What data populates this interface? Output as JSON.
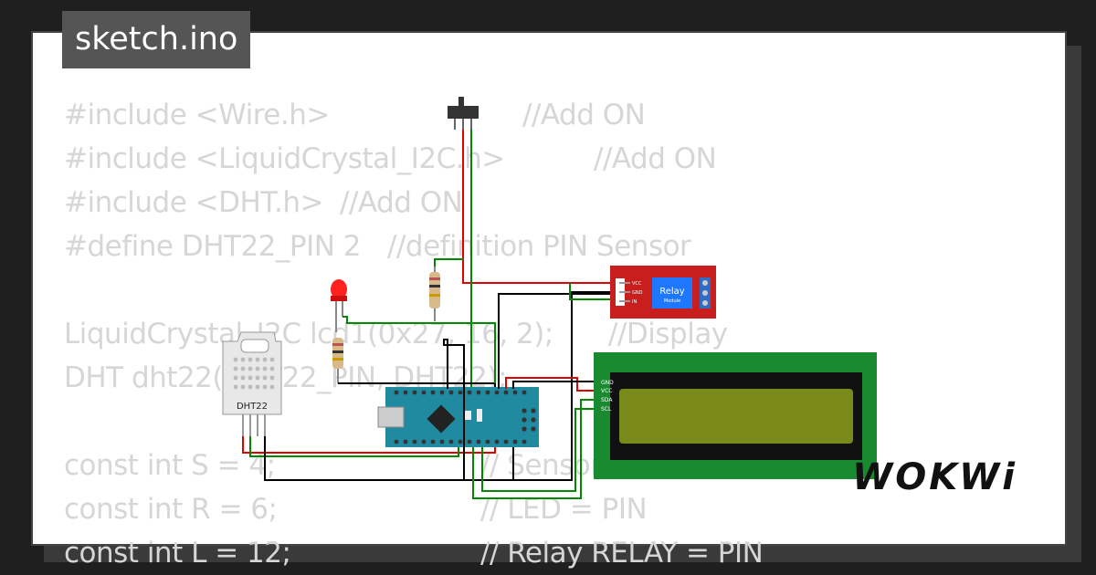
{
  "title": "sketch.ino",
  "logo": "WOKWi",
  "code_lines": [
    {
      "left": "#include <Wire.h>",
      "right": "//Add ON"
    },
    {
      "left": "#include <LiquidCrystal_I2C.h>",
      "right": "//Add ON"
    },
    {
      "left": "#include <DHT.h>",
      "right": "//Add ON"
    },
    {
      "left": "#define DHT22_PIN 2",
      "right": "//definition PIN Sensor"
    },
    {
      "left": "",
      "right": ""
    },
    {
      "left": "LiquidCrystal_I2C lcd1(0x27, 16, 2);",
      "right": "//Display"
    },
    {
      "left": "DHT dht22(DHT22_PIN, DHT22);",
      "right": ""
    },
    {
      "left": "",
      "right": ""
    },
    {
      "left": "const int S = 4;",
      "right": "// Sensor"
    },
    {
      "left": "const int R = 6;",
      "right": "// LED = PIN"
    },
    {
      "left": "const int L = 12;",
      "right": "// Relay RELAY = PIN"
    }
  ],
  "components": {
    "dht_label": "DHT22",
    "relay_label": "Relay",
    "relay_sublabel": "Module",
    "relay_pins": [
      "VCC",
      "GND",
      "IN"
    ],
    "lcd_pins": [
      "GND",
      "VCC",
      "SDA",
      "SCL"
    ]
  },
  "colors": {
    "wire_red": "#e00000",
    "wire_green": "#008800",
    "wire_black": "#000000",
    "arduino": "#1f8aa0",
    "relay_board": "#c81e1e",
    "relay_chip": "#1e78ff",
    "lcd_board": "#1a8a30",
    "lcd_screen": "#7a8a1a"
  }
}
